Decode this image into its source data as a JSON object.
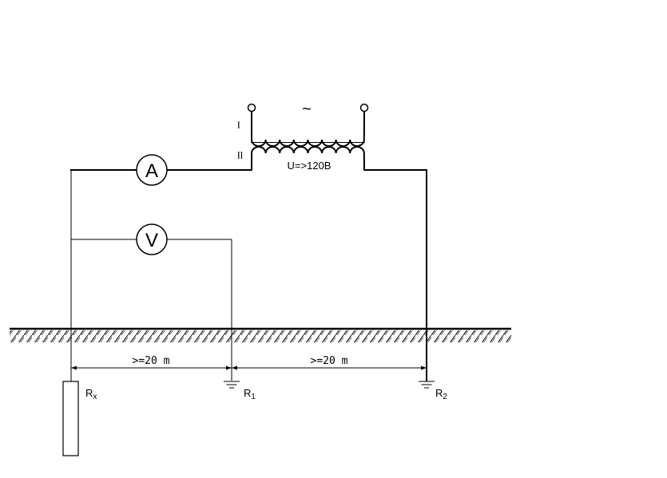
{
  "transformer": {
    "supply_symbol": "~",
    "primary_label": "I",
    "secondary_label": "II",
    "voltage_label": "U=>120B"
  },
  "meters": {
    "ammeter_label": "A",
    "voltmeter_label": "V"
  },
  "dimensions": {
    "spacing_1": ">=20 m",
    "spacing_2": ">=20 m"
  },
  "electrodes": {
    "rx": {
      "main": "R",
      "sub": "x"
    },
    "r1": {
      "main": "R",
      "sub": "1"
    },
    "r2": {
      "main": "R",
      "sub": "2"
    }
  }
}
